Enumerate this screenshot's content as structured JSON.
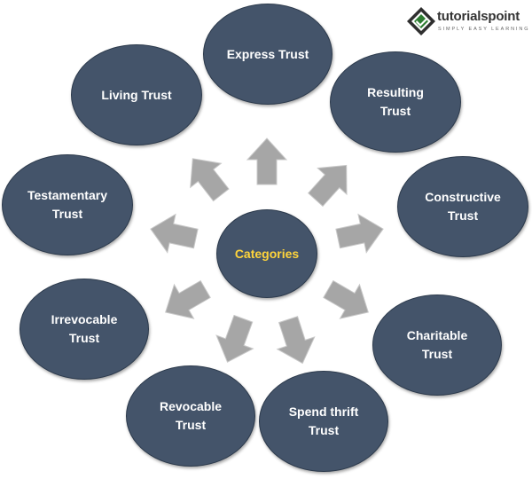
{
  "brand": {
    "name": "tutorialspoint",
    "tagline": "SIMPLY EASY LEARNING",
    "colors": {
      "node_fill": "#44546a",
      "center_text": "#ffd43b",
      "arrow_fill": "#a6a6a6",
      "logo_green": "#2e7d32"
    }
  },
  "diagram": {
    "center": "Categories",
    "nodes": [
      {
        "line1": "Express Trust",
        "line2": ""
      },
      {
        "line1": "Resulting",
        "line2": "Trust"
      },
      {
        "line1": "Constructive",
        "line2": "Trust"
      },
      {
        "line1": "Charitable",
        "line2": "Trust"
      },
      {
        "line1": "Spend thrift",
        "line2": "Trust"
      },
      {
        "line1": "Revocable",
        "line2": "Trust"
      },
      {
        "line1": "Irrevocable",
        "line2": "Trust"
      },
      {
        "line1": "Testamentary",
        "line2": "Trust"
      },
      {
        "line1": "Living Trust",
        "line2": ""
      }
    ]
  }
}
